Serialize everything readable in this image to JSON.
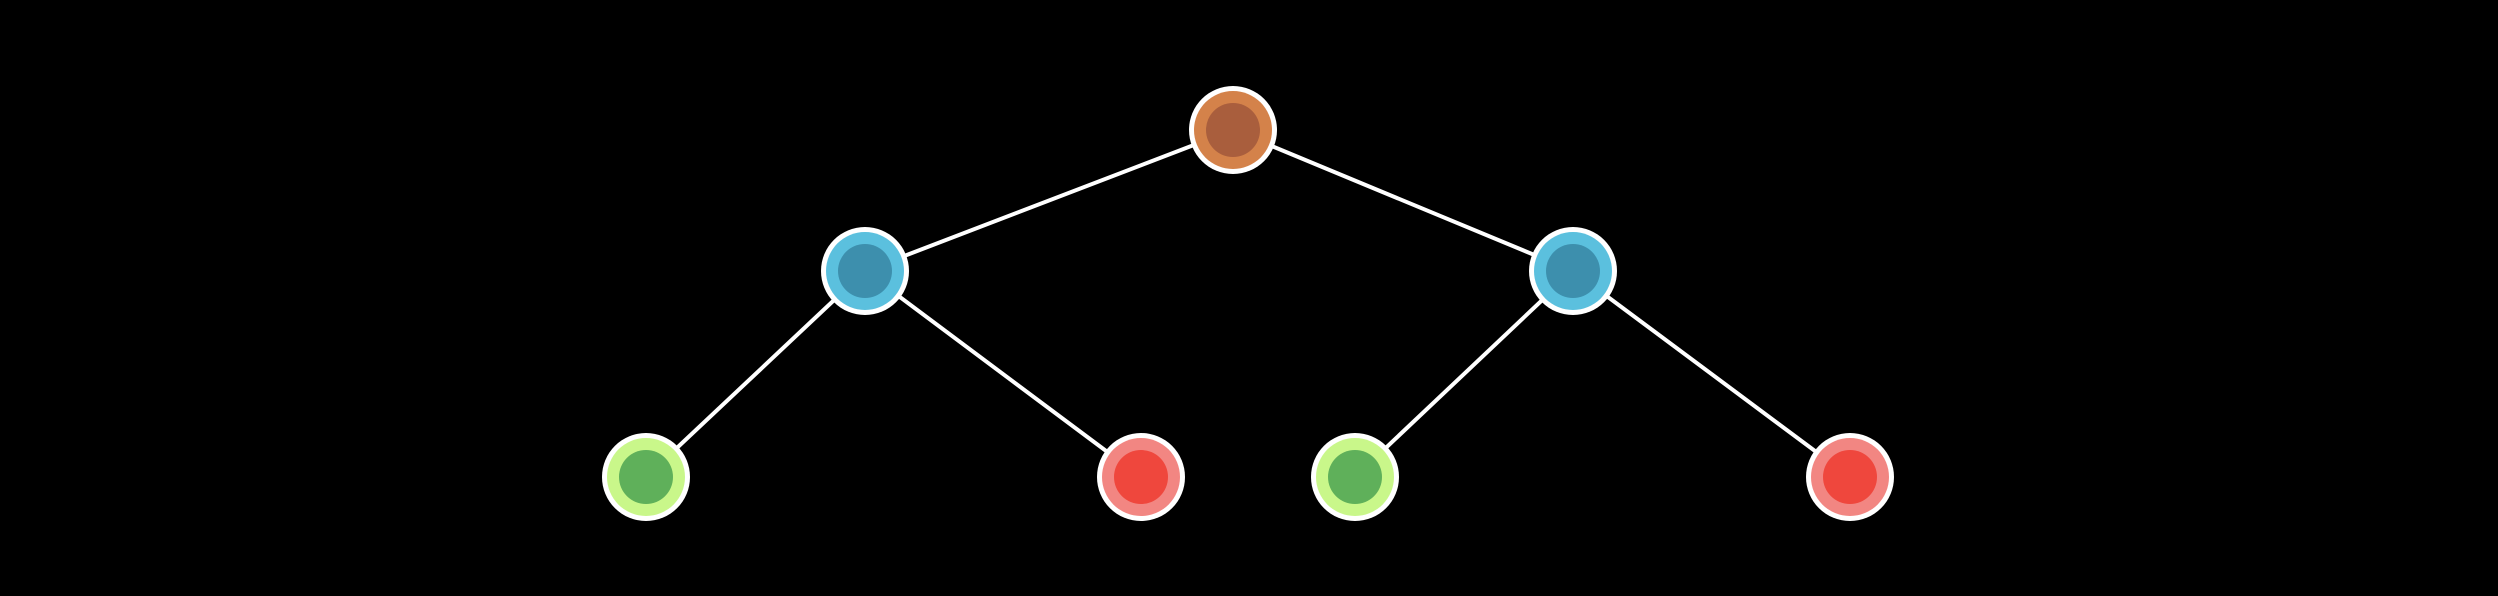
{
  "diagram": {
    "type": "binary-tree",
    "background_color": "#000000",
    "edge_color": "#ffffff",
    "outline_color": "#ffffff",
    "palette": {
      "root": {
        "ring": "#d4824a",
        "core": "#a95e3d"
      },
      "internal": {
        "ring": "#5bc0de",
        "core": "#3d8fad"
      },
      "leaf-green": {
        "ring": "#c9f78a",
        "core": "#5fb05a"
      },
      "leaf-red": {
        "ring": "#f28682",
        "core": "#ef473d"
      }
    },
    "nodes": [
      {
        "id": "root",
        "kind": "root",
        "depth": 0,
        "order": 0
      },
      {
        "id": "left-child",
        "kind": "internal",
        "depth": 1,
        "order": 0
      },
      {
        "id": "right-child",
        "kind": "internal",
        "depth": 1,
        "order": 1
      },
      {
        "id": "left-left-leaf",
        "kind": "leaf-green",
        "depth": 2,
        "order": 0
      },
      {
        "id": "left-right-leaf",
        "kind": "leaf-red",
        "depth": 2,
        "order": 1
      },
      {
        "id": "right-left-leaf",
        "kind": "leaf-green",
        "depth": 2,
        "order": 2
      },
      {
        "id": "right-right-leaf",
        "kind": "leaf-red",
        "depth": 2,
        "order": 3
      }
    ],
    "edges": [
      {
        "from": "root",
        "to": "left-child"
      },
      {
        "from": "root",
        "to": "right-child"
      },
      {
        "from": "left-child",
        "to": "left-left-leaf"
      },
      {
        "from": "left-child",
        "to": "left-right-leaf"
      },
      {
        "from": "right-child",
        "to": "right-left-leaf"
      },
      {
        "from": "right-child",
        "to": "right-right-leaf"
      }
    ]
  }
}
